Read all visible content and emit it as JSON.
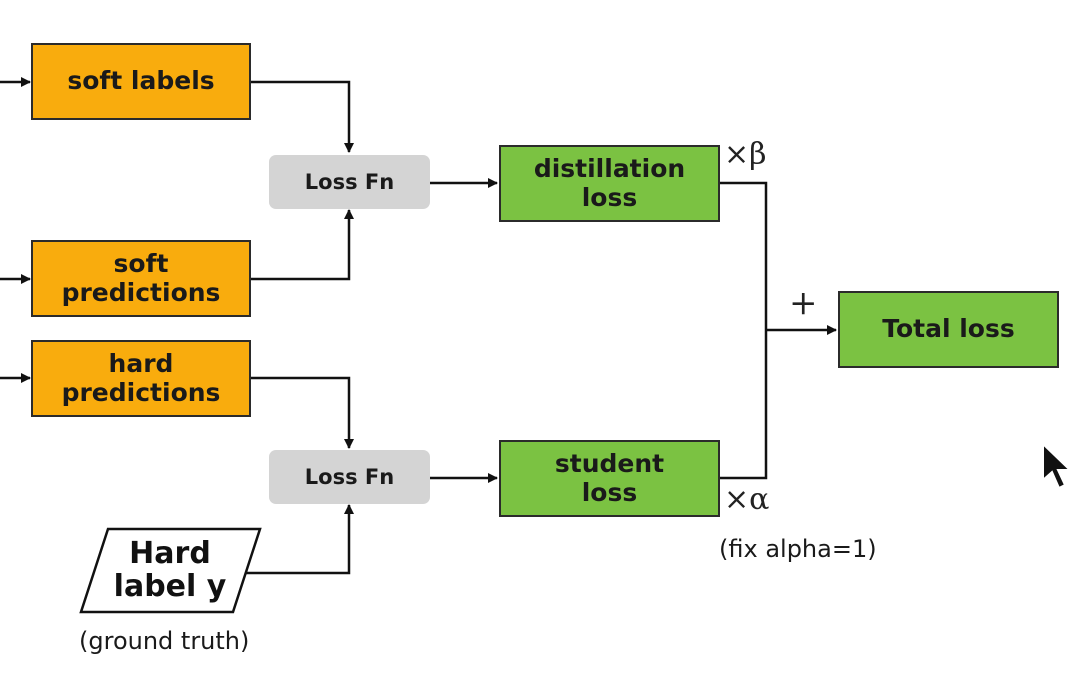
{
  "nodes": {
    "soft_labels": "soft labels",
    "soft_predictions": "soft\npredictions",
    "hard_predictions": "hard\npredictions",
    "loss_fn_top": "Loss Fn",
    "loss_fn_bottom": "Loss Fn",
    "distillation_loss": "distillation\nloss",
    "student_loss": "student\nloss",
    "total_loss": "Total loss",
    "hard_label": "Hard\nlabel y"
  },
  "annotations": {
    "beta_weight": "×β",
    "alpha_weight": "×α",
    "plus": "+",
    "fix_alpha": "(fix alpha=1)",
    "ground_truth": "(ground truth)"
  },
  "colors": {
    "orange": "#f9ac0d",
    "green": "#7bc242",
    "gray": "#d4d4d4"
  }
}
